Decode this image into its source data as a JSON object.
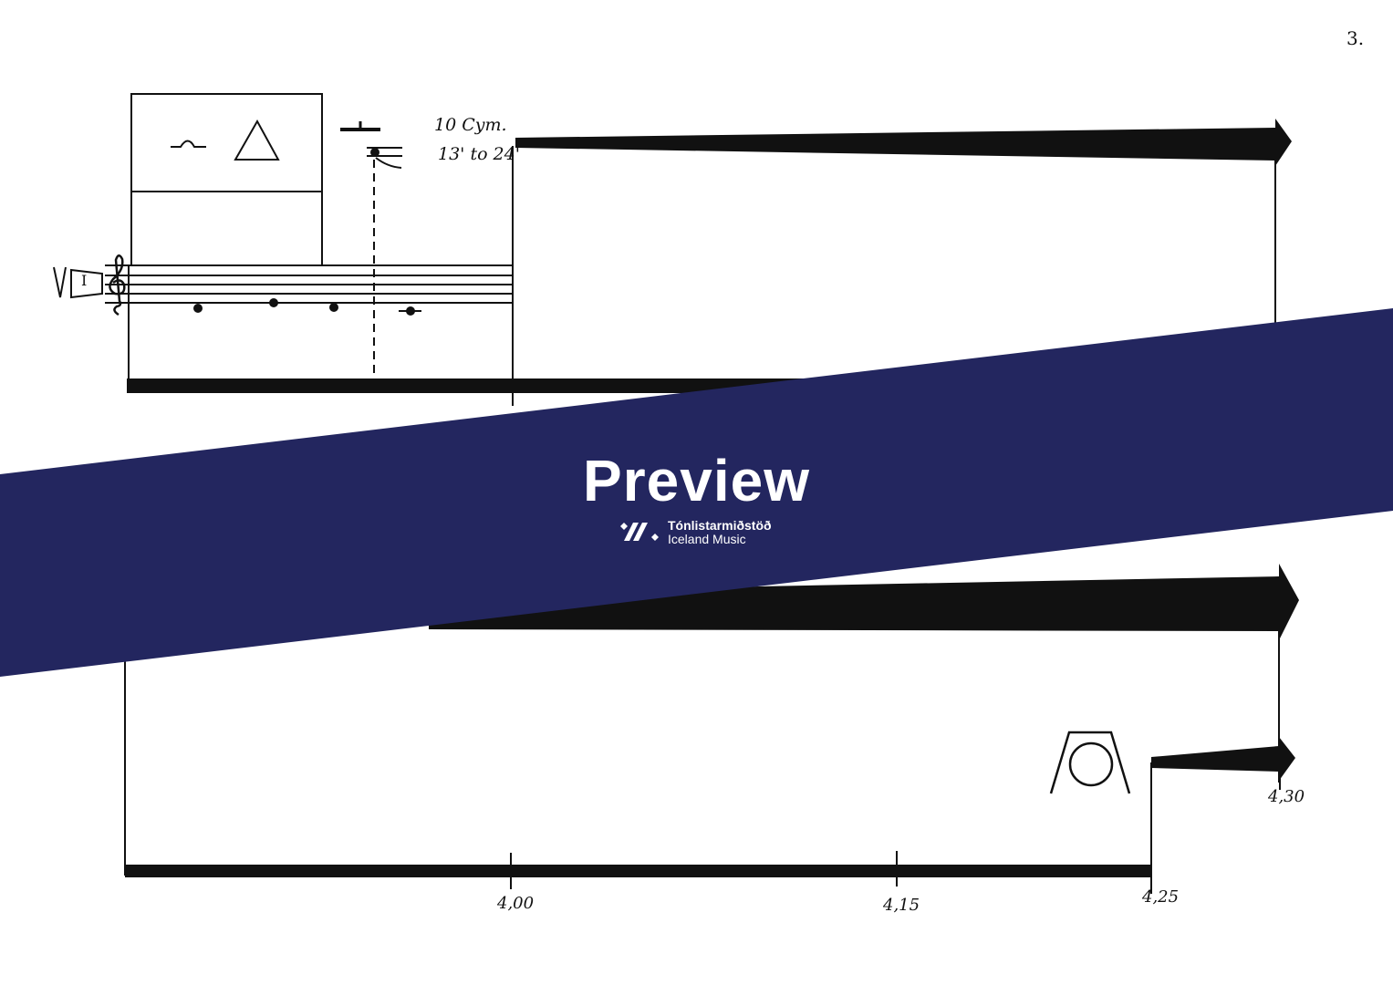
{
  "page_number": "3.",
  "annotations": {
    "instrument_top": "10 Cym.",
    "instrument_bottom": "13' to 24'",
    "roman_numeral": "I",
    "v_mark": "V"
  },
  "time_markers": [
    "4,00",
    "4,15",
    "4,25",
    "4,30"
  ],
  "watermark": {
    "label": "Preview",
    "org_name": "Tónlistarmiðstöð",
    "org_subtitle": "Iceland Music",
    "banner_color": "#23265f"
  }
}
